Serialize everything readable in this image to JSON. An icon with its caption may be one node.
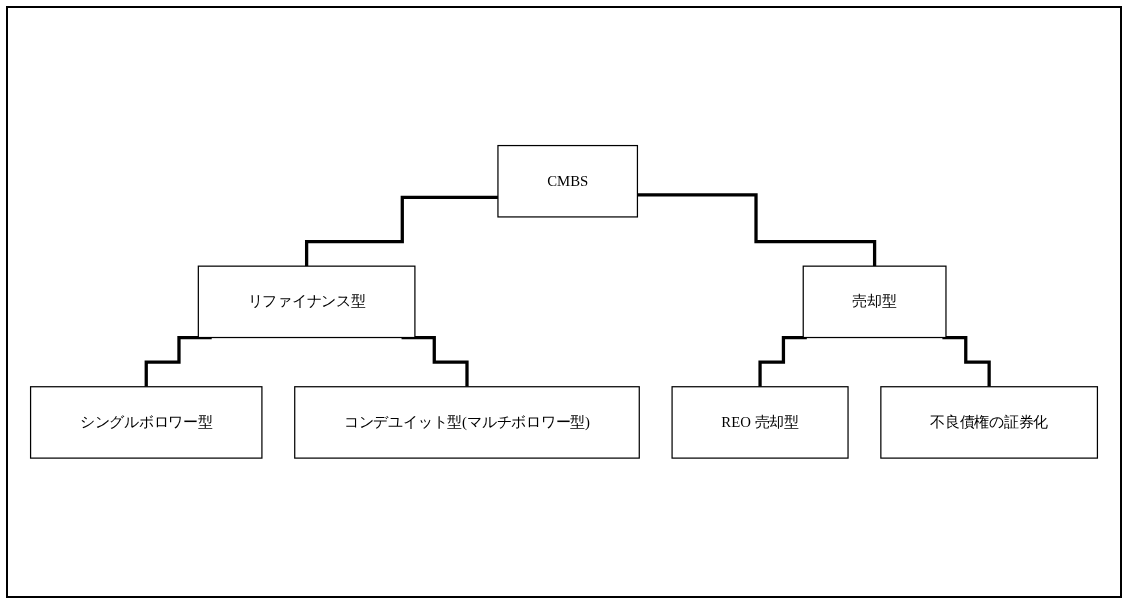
{
  "diagram": {
    "nodes": [
      {
        "text": [
          "CMBS"
        ]
      },
      {
        "text": [
          "リファイナンス型"
        ]
      },
      {
        "text": [
          "売却型"
        ]
      },
      {
        "text": [
          "シングルボロワー型"
        ]
      },
      {
        "text": [
          "コンデユイット型(マルチボロワー型)"
        ]
      },
      {
        "text": [
          "REO 売却型"
        ]
      },
      {
        "text": [
          "不良債権の証券化"
        ]
      }
    ],
    "edges": [
      {
        "from": 0,
        "to": 1,
        "arrow": "none"
      },
      {
        "from": 0,
        "to": 2,
        "arrow": "none"
      },
      {
        "from": 1,
        "to": 3,
        "arrow": "none"
      },
      {
        "from": 1,
        "to": 4,
        "arrow": "none"
      },
      {
        "from": 2,
        "to": 5,
        "arrow": "none"
      },
      {
        "from": 2,
        "to": 6,
        "arrow": "none"
      }
    ]
  }
}
